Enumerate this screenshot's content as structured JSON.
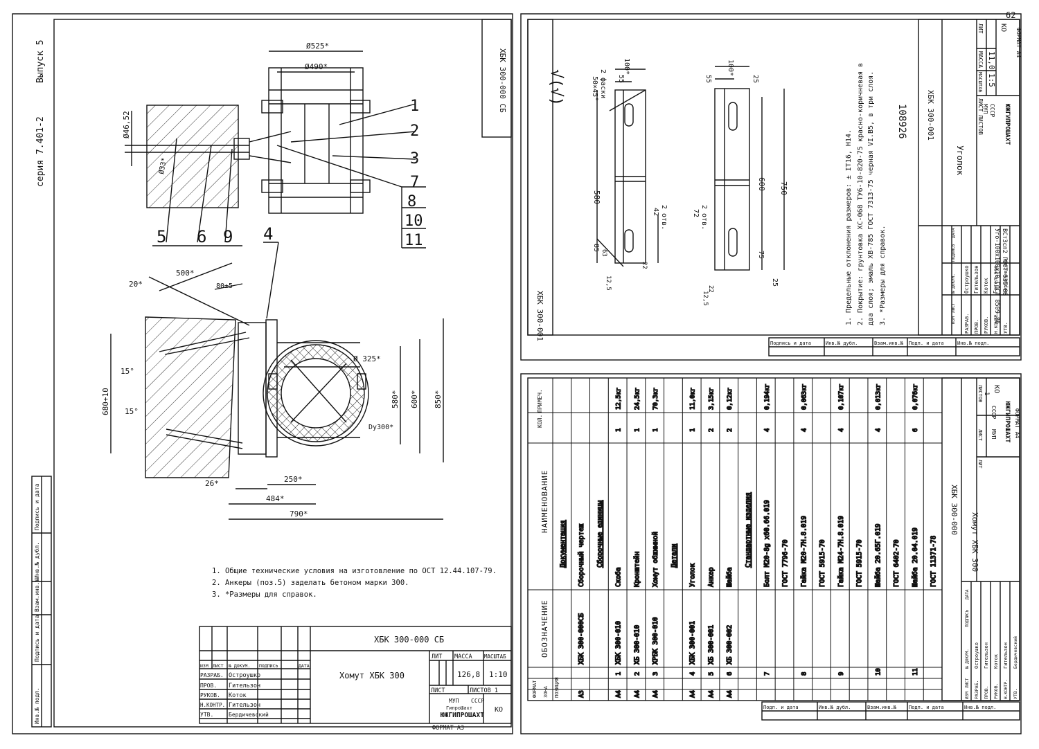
{
  "left_sheet": {
    "series_margin": "серия 7.401-2",
    "issue_margin": "Выпуск 5",
    "top_code": "ХБК 300-000 СБ",
    "dimensions": {
      "d525": "Ø525*",
      "d490": "Ø490*",
      "d46": "Ø46,52",
      "d33": "Ø33*",
      "a500": "500*",
      "a80": "80±5",
      "a20": "20*",
      "a15a": "15°",
      "a15b": "15°",
      "v680": "680+10",
      "v580": "580*",
      "v600": "600*",
      "v850": "850*",
      "d325": "Ø 325*",
      "d300": "Dy300*",
      "h26": "26*",
      "h250": "250*",
      "h484": "484*",
      "h790": "790*"
    },
    "callouts": [
      "1",
      "2",
      "3",
      "7",
      "8",
      "10",
      "11",
      "5",
      "6",
      "9",
      "4"
    ],
    "notes": [
      "1. Общие технические условия на изготовление по ОСТ 12.44.107-79.",
      "2. Анкеры (поз.5) заделать бетоном марки 300.",
      "3. *Размеры для справок."
    ],
    "margin_labels": [
      "Инв.№ подл.",
      "Подпись и дата",
      "Взам.инв.№",
      "Инв.№ дубл.",
      "Подпись и дата"
    ],
    "title_block": {
      "code": "ХБК 300-000 СБ",
      "name": "Хомут  ХБК 300",
      "col_lit": "ЛИТ",
      "col_mass": "МАССА",
      "col_scale": "МАСШТАБ",
      "mass": "126,8",
      "scale": "1:10",
      "sheet": "ЛИСТ",
      "sheets": "ЛИСТОВ 1",
      "hdr": [
        "ИЗМ",
        "ЛИСТ",
        "№ ДОКУМ.",
        "ПОДПИСЬ",
        "ДАТА"
      ],
      "roles": [
        {
          "role": "РАЗРАБ.",
          "name": "Остроушко"
        },
        {
          "role": "ПРОВ.",
          "name": "Гительзон"
        },
        {
          "role": "РУКОВ.",
          "name": "Коток"
        },
        {
          "role": "Н.КОНТР.",
          "name": "Гительзон"
        },
        {
          "role": "УТВ.",
          "name": "Бердичевский"
        }
      ],
      "org_top": "МУП",
      "org_country": "СССР",
      "org_name": "ЮЖГИПРОШАХТ",
      "org_sub": "ГипроШахт",
      "ko": "КО",
      "format": "ФОРМАТ А3"
    }
  },
  "right_top": {
    "sheet_no": "62",
    "code_vertical": "ХБК 300-001",
    "roughness": "√(√)",
    "dims": {
      "chamfer": "50×45°",
      "chamfer2": "2 фаски",
      "w100a": "100*",
      "w55a": "55",
      "h580": "580",
      "h42": "42",
      "holes": "2 отв.",
      "h85": "85",
      "d63": "63",
      "t12a": "12,5",
      "b22a": "22",
      "w100b": "100*",
      "w55b": "55",
      "r25a": "25",
      "h72": "72",
      "holes2": "2 отв.",
      "h600": "600",
      "h750": "750",
      "h75": "75",
      "t12b": "12,5",
      "b22b": "22",
      "r25b": "25"
    },
    "notes": [
      "1. Предельные отклонения размеров: ± IT16,   H14.",
      "2. Покрытие: грунтовка ХС-068 ТУ6-10-820-75 красно-коричневая в",
      "    два слоя; эмаль ХВ-785 ГОСТ 7313-75 черная VI.В5, в три слоя.",
      "3. *Размеры для справок."
    ],
    "stamp": "108926",
    "title": {
      "code": "ХБК 300-001",
      "name": "Уголок",
      "lit": "ЛИТ",
      "mass_hdr": "МАССА",
      "scale_hdr": "МАСШТАБ",
      "mass": "11,0",
      "scale": "1:5",
      "sheet": "ЛИСТ",
      "sheets": "ЛИСТОВ",
      "material1": "Уго-100х100х10 ГОСТ 8509-86",
      "material2": "ВСт3сп2 ГОСТ 535-88",
      "hdr": [
        "ИЗМ",
        "ЛИСТ",
        "№ ДОКУМ.",
        "ПОДПИСЬ",
        "ДАТА"
      ],
      "roles": [
        {
          "role": "РАЗРАБ.",
          "name": "Остроушко"
        },
        {
          "role": "ПРОВ.",
          "name": "Гительзон"
        },
        {
          "role": "РУКОВ.",
          "name": "Коток"
        },
        {
          "role": "Н.КОНТР.",
          "name": "Гительзон"
        },
        {
          "role": "УТВ.",
          "name": "Бердичевский"
        }
      ],
      "org_top": "МУП",
      "org_country": "СССР",
      "org_name": "ЮЖГИПРОШАХТ",
      "ko": "КО",
      "format": "ФОРМАТ А4"
    },
    "margin_labels": [
      "Инв.№ подл.",
      "Подп. и дата",
      "Взам.инв.№",
      "Инв.№ дубл.",
      "Подпись и дата"
    ]
  },
  "spec": {
    "headers": {
      "format": "ФОРМАТ",
      "zone": "ЗОНА",
      "pos": "ПОЗИЦИЯ",
      "designation": "ОБОЗНАЧЕНИЕ",
      "name": "НАИМЕНОВАНИЕ",
      "qty": "КОЛ.",
      "note": "ПРИМЕЧ."
    },
    "rows": [
      {
        "fmt": "",
        "pos": "",
        "des": "",
        "name": "Документация",
        "qty": "",
        "note": "",
        "head": true
      },
      {
        "fmt": "А3",
        "pos": "",
        "des": "ХБК 300-000СБ",
        "name": "Сборочный чертеж",
        "qty": "",
        "note": ""
      },
      {
        "fmt": "",
        "pos": "",
        "des": "",
        "name": "Сборочные единицы",
        "qty": "",
        "note": "",
        "head": true
      },
      {
        "fmt": "А4",
        "pos": "1",
        "des": "ХБК 300-010",
        "name": "Скоба",
        "qty": "1",
        "note": "12,5кг"
      },
      {
        "fmt": "А4",
        "pos": "2",
        "des": "ХБ 300-010",
        "name": "Кронштейн",
        "qty": "1",
        "note": "24,5кг"
      },
      {
        "fmt": "А4",
        "pos": "3",
        "des": "ХРБК 300-010",
        "name": "Хомут обжимной",
        "qty": "1",
        "note": "70,3кг"
      },
      {
        "fmt": "",
        "pos": "",
        "des": "",
        "name": "Детали",
        "qty": "",
        "note": "",
        "head": true
      },
      {
        "fmt": "А4",
        "pos": "4",
        "des": "ХБК 300-001",
        "name": "Уголок",
        "qty": "1",
        "note": "11,0кг"
      },
      {
        "fmt": "А4",
        "pos": "5",
        "des": "ХБ 300-001",
        "name": "Анкер",
        "qty": "2",
        "note": "3,15кг"
      },
      {
        "fmt": "А4",
        "pos": "6",
        "des": "ХБ 300-002",
        "name": "Шайба",
        "qty": "2",
        "note": "0,12кг"
      },
      {
        "fmt": "",
        "pos": "",
        "des": "",
        "name": "Стандартные изделия",
        "qty": "",
        "note": "",
        "head": true
      },
      {
        "fmt": "",
        "pos": "7",
        "des": "",
        "name": "Болт М20-8g х60.66.019",
        "qty": "4",
        "note": "0,194кг"
      },
      {
        "fmt": "",
        "pos": "",
        "des": "",
        "name": "ГОСТ 7796-70",
        "qty": "",
        "note": ""
      },
      {
        "fmt": "",
        "pos": "8",
        "des": "",
        "name": "Гайка М20-7Н.8.019",
        "qty": "4",
        "note": "0,063кг"
      },
      {
        "fmt": "",
        "pos": "",
        "des": "",
        "name": "ГОСТ 5915-70",
        "qty": "",
        "note": ""
      },
      {
        "fmt": "",
        "pos": "9",
        "des": "",
        "name": "Гайка М24-7Н.8.019",
        "qty": "4",
        "note": "0,107кг"
      },
      {
        "fmt": "",
        "pos": "",
        "des": "",
        "name": "ГОСТ 5915-70",
        "qty": "",
        "note": ""
      },
      {
        "fmt": "",
        "pos": "10",
        "des": "",
        "name": "Шайба 20.65Г.019",
        "qty": "4",
        "note": "0,013кг"
      },
      {
        "fmt": "",
        "pos": "",
        "des": "",
        "name": "ГОСТ 6402-70",
        "qty": "",
        "note": ""
      },
      {
        "fmt": "",
        "pos": "11",
        "des": "",
        "name": "Шайба 20.04.019",
        "qty": "6",
        "note": "0,076кг"
      },
      {
        "fmt": "",
        "pos": "",
        "des": "",
        "name": "ГОСТ 11371-78",
        "qty": "",
        "note": ""
      }
    ],
    "title": {
      "code": "ХБК 300-000",
      "name": "Хомут ХБК 300",
      "lit": "ЛИТ",
      "sheet": "ЛИСТ",
      "sheets": "ЛИСТОВ",
      "sheets_val": "1",
      "org_top": "МУП",
      "org_country": "СССР",
      "org_name": "ЮЖГИПРОШАХТ",
      "ko": "КО",
      "format": "ФОРМАТ А4",
      "hdr": [
        "ИЗМ",
        "ЛИСТ",
        "№ ДОКУМ.",
        "ПОДПИСЬ",
        "ДАТА"
      ],
      "roles": [
        {
          "role": "РАЗРАБ.",
          "name": "Остроушко"
        },
        {
          "role": "ПРОВ.",
          "name": "Гительзон"
        },
        {
          "role": "РУКОВ.",
          "name": "Коток"
        },
        {
          "role": "Н.КОНТР.",
          "name": "Гительзон"
        },
        {
          "role": "УТВ.",
          "name": "Бердичевский"
        }
      ]
    },
    "margin_labels": [
      "Инв.№ подл.",
      "Подп. и дата",
      "Взам.инв.№",
      "Инв.№ дубл.",
      "Подп. и дата"
    ]
  }
}
